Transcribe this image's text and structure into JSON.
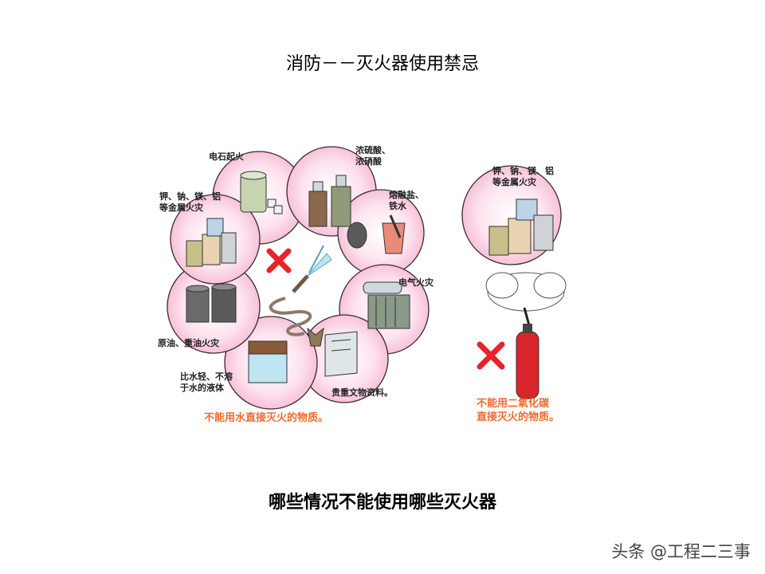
{
  "page": {
    "title": "消防－－灭火器使用禁忌",
    "subtitle": "哪些情况不能使用哪些灭火器",
    "watermark": "头条 @工程二三事"
  },
  "diagram": {
    "water_ring": {
      "labels": {
        "calcium_carbide": "电石起火",
        "acids": "浓硫酸、\n浓硝酸",
        "molten": "熔融盐、\n铁水",
        "metals": "钾、钠、镁、铝\n等金属火灾",
        "electrical": "电气火灾",
        "oil": "原油、重油火灾",
        "light_liquid": "比水轻、不溶\n于水的液体",
        "documents": "贵重文物资料。"
      },
      "caption": "不能用水直接灭火的物质。"
    },
    "co2": {
      "label": "钾、钠、镁、铝\n等金属火灾",
      "caption": "不能用二氧化碳\n直接灭火的物质。"
    },
    "colors": {
      "bubble": "#f9c7dc",
      "bubble_stroke": "#3a2a30",
      "cross": "#e8232a",
      "caption": "#f06a2e",
      "extinguisher": "#d9252c",
      "water": "#bfe4f2"
    }
  }
}
